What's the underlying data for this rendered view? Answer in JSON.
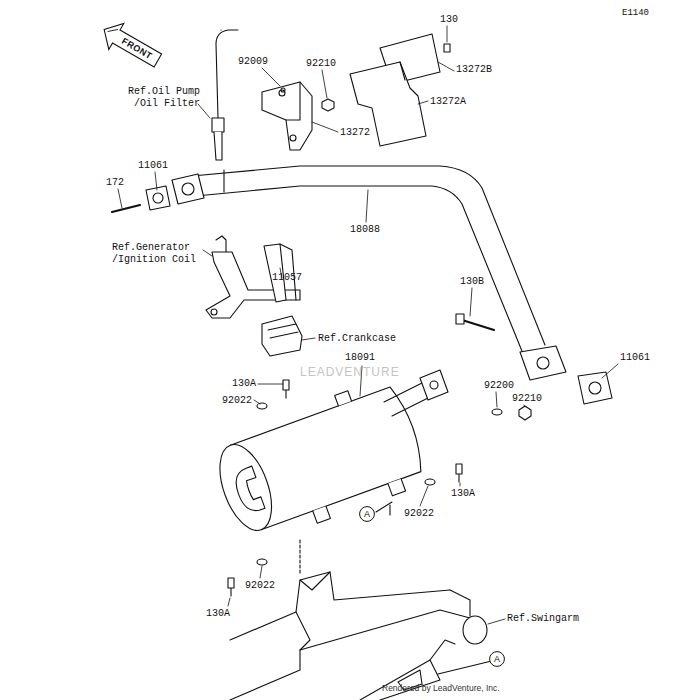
{
  "diagram": {
    "nodes": [
      {
        "text": [
          "FRONT"
        ]
      },
      {
        "text": [
          "A"
        ]
      },
      {
        "text": [
          "A"
        ]
      }
    ],
    "labels": [
      "E1140",
      "130",
      "92009",
      "92210",
      "13272B",
      "13272A",
      "Ref.Oil Pump /Oil Filter",
      "13272",
      "11061",
      "172",
      "18088",
      "Ref.Generator /Ignition Coil",
      "11057",
      "130B",
      "Ref.Crankcase",
      "18091",
      "LEADVENTURE",
      "130A",
      "11061",
      "92022",
      "92200",
      "92210",
      "130A",
      "92022",
      "92022",
      "130A",
      "Ref.Swingarm",
      "Rendered by LeadVenture, Inc."
    ]
  }
}
